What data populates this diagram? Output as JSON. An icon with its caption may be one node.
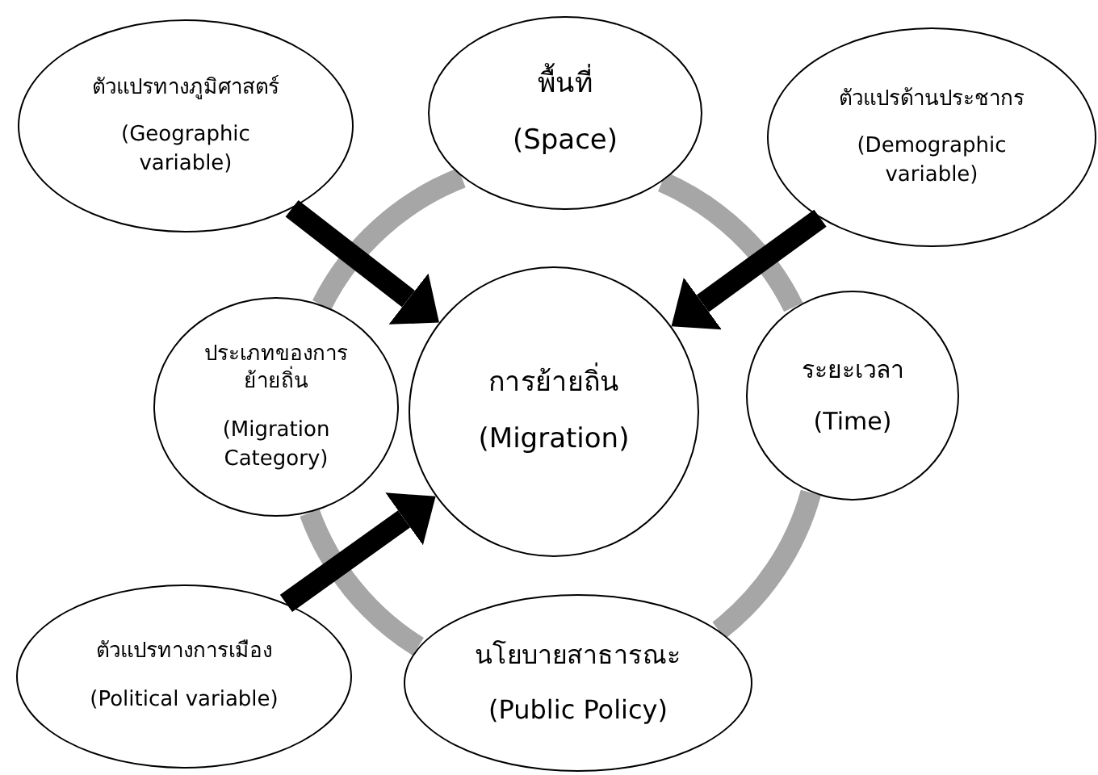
{
  "diagram": {
    "nodes": [
      {
        "text": [
          "ตัวแปรทางภูมิศาสตร์",
          "(Geographic variable)"
        ]
      },
      {
        "text": [
          "พื้นที่",
          "(Space)"
        ]
      },
      {
        "text": [
          "ตัวแปรด้านประชากร",
          "(Demographic variable)"
        ]
      },
      {
        "text": [
          "ประเภทของการย้ายถิ่น",
          "(Migration Category)"
        ]
      },
      {
        "text": [
          "การย้ายถิ่น",
          "(Migration)"
        ]
      },
      {
        "text": [
          "ระยะเวลา",
          "(Time)"
        ]
      },
      {
        "text": [
          "ตัวแปรทางการเมือง",
          "(Political variable)"
        ]
      },
      {
        "text": [
          "นโยบายสาธารณะ",
          "(Public Policy)"
        ]
      }
    ],
    "edges": [
      {
        "from": 0,
        "to": 4,
        "arrow": "to",
        "color": "#000000"
      },
      {
        "from": 2,
        "to": 4,
        "arrow": "to",
        "color": "#000000"
      },
      {
        "from": 6,
        "to": 4,
        "arrow": "to",
        "color": "#000000"
      },
      {
        "from": 1,
        "to": 5,
        "arrow": "none"
      },
      {
        "from": 5,
        "to": 7,
        "arrow": "none"
      },
      {
        "from": 7,
        "to": 3,
        "arrow": "none"
      },
      {
        "from": 3,
        "to": 1,
        "arrow": "none"
      }
    ]
  }
}
